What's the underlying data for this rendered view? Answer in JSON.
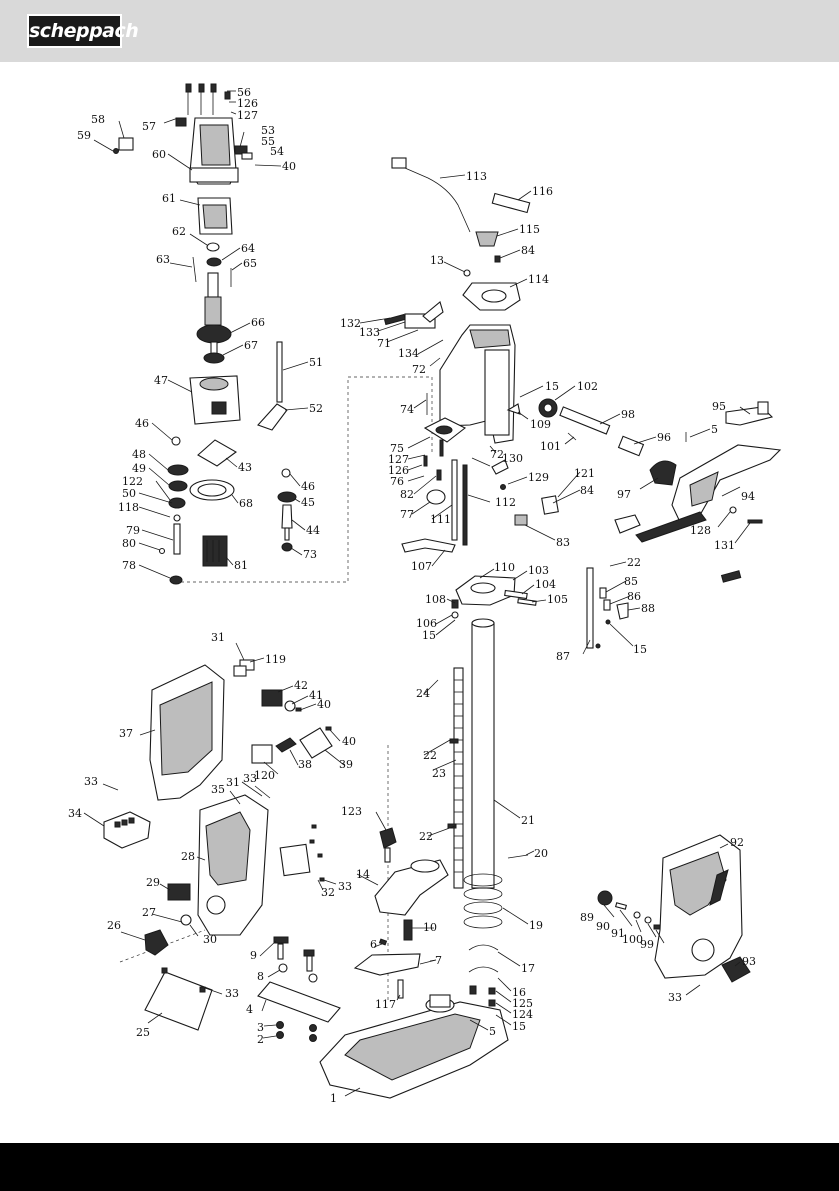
{
  "header": {
    "brand": "scheppach"
  },
  "colors": {
    "header_bg": "#d9d9d9",
    "footer_bg": "#000000",
    "logo_bg": "#1a1a1a"
  },
  "labels": {
    "p1": "1",
    "p2": "2",
    "p3": "3",
    "p4": "4",
    "p5": "5",
    "p5b": "5",
    "p6": "6",
    "p7": "7",
    "p8": "8",
    "p9": "9",
    "p10": "10",
    "p13": "13",
    "p14": "14",
    "p15a": "15",
    "p15b": "15",
    "p15c": "15",
    "p15d": "15",
    "p16": "16",
    "p17": "17",
    "p19": "19",
    "p20": "20",
    "p21": "21",
    "p22a": "22",
    "p22b": "22",
    "p22c": "22",
    "p23": "23",
    "p24": "24",
    "p25": "25",
    "p26": "26",
    "p27": "27",
    "p28": "28",
    "p29": "29",
    "p30": "30",
    "p31a": "31",
    "p31b": "31",
    "p32": "32",
    "p33a": "33",
    "p33b": "33",
    "p33c": "33",
    "p33d": "33",
    "p33e": "33",
    "p34": "34",
    "p35": "35",
    "p37": "37",
    "p38": "38",
    "p39": "39",
    "p40a": "40",
    "p40b": "40",
    "p40c": "40",
    "p41": "41",
    "p42": "42",
    "p43": "43",
    "p44": "44",
    "p45": "45",
    "p46a": "46",
    "p46b": "46",
    "p47": "47",
    "p48": "48",
    "p49": "49",
    "p50": "50",
    "p51": "51",
    "p52": "52",
    "p53": "53",
    "p54": "54",
    "p55": "55",
    "p56": "56",
    "p57": "57",
    "p58": "58",
    "p59": "59",
    "p60": "60",
    "p61": "61",
    "p62": "62",
    "p63": "63",
    "p64": "64",
    "p65": "65",
    "p66": "66",
    "p67": "67",
    "p68": "68",
    "p71": "71",
    "p72a": "72",
    "p72b": "72",
    "p73": "73",
    "p74": "74",
    "p75": "75",
    "p76": "76",
    "p77": "77",
    "p78": "78",
    "p79": "79",
    "p80": "80",
    "p81": "81",
    "p82": "82",
    "p83": "83",
    "p84a": "84",
    "p84b": "84",
    "p85": "85",
    "p86": "86",
    "p87": "87",
    "p88": "88",
    "p89": "89",
    "p90": "90",
    "p91": "91",
    "p92": "92",
    "p93": "93",
    "p94": "94",
    "p95": "95",
    "p96": "96",
    "p97": "97",
    "p98": "98",
    "p99": "99",
    "p100": "100",
    "p101": "101",
    "p102": "102",
    "p103": "103",
    "p104": "104",
    "p105": "105",
    "p106": "106",
    "p107": "107",
    "p108": "108",
    "p109": "109",
    "p110": "110",
    "p111": "111",
    "p112": "112",
    "p113": "113",
    "p114": "114",
    "p115": "115",
    "p116": "116",
    "p117": "117",
    "p118": "118",
    "p119": "119",
    "p120": "120",
    "p121": "121",
    "p122": "122",
    "p123": "123",
    "p124": "124",
    "p125": "125",
    "p126a": "126",
    "p126b": "126",
    "p127a": "127",
    "p127b": "127",
    "p128": "128",
    "p129": "129",
    "p130": "130",
    "p131": "131",
    "p132": "132",
    "p133": "133",
    "p134": "134"
  }
}
